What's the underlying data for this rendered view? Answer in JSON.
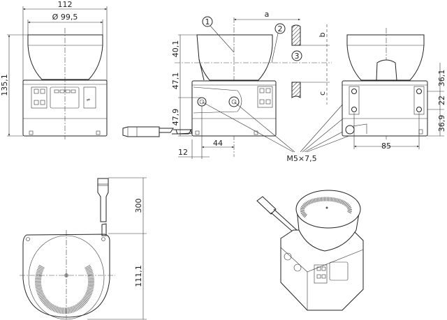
{
  "front_view": {
    "width_dim": "112",
    "diameter_dim": "Ø 99,5",
    "height_dim": "135,1"
  },
  "side_view": {
    "dim_a": "a",
    "dim_b": "b",
    "dim_c": "c",
    "callout_1": "1",
    "callout_2": "2",
    "callout_3": "3",
    "dim_upper": "40,1",
    "dim_middle": "47,1",
    "dim_lower": "47,9",
    "dim_12": "12",
    "dim_44": "44",
    "thread_label": "M5×7,5"
  },
  "back_view": {
    "dim_85": "85",
    "dim_top": "36,1",
    "dim_mid": "22",
    "dim_bottom": "36,9"
  },
  "top_view": {
    "cable_dim": "300",
    "depth_dim": "111,1"
  }
}
